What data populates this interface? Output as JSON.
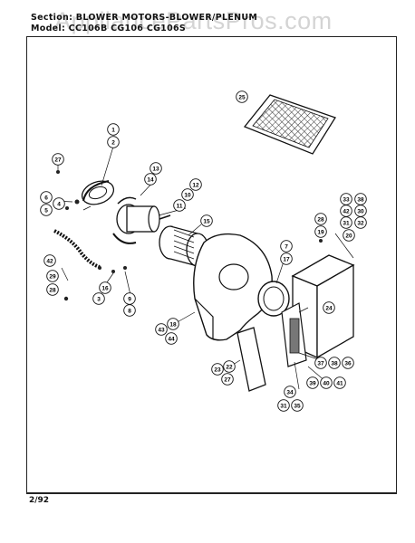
{
  "header": {
    "line1": "Section: BLOWER MOTORS-BLOWER/PLENUM",
    "line2": "Model: CC106B  CG106  CG106S"
  },
  "watermark": "AppliancePartsPros.com",
  "footer": {
    "date": "2/92"
  },
  "callouts": [
    {
      "id": "c25",
      "label": "25"
    },
    {
      "id": "c1",
      "label": "1"
    },
    {
      "id": "c2",
      "label": "2"
    },
    {
      "id": "c27a",
      "label": "27"
    },
    {
      "id": "c13",
      "label": "13"
    },
    {
      "id": "c14",
      "label": "14"
    },
    {
      "id": "c12",
      "label": "12"
    },
    {
      "id": "c10",
      "label": "10"
    },
    {
      "id": "c11",
      "label": "11"
    },
    {
      "id": "c6",
      "label": "6"
    },
    {
      "id": "c5",
      "label": "5"
    },
    {
      "id": "c4",
      "label": "4"
    },
    {
      "id": "c15",
      "label": "15"
    },
    {
      "id": "c33",
      "label": "33"
    },
    {
      "id": "c38a",
      "label": "38"
    },
    {
      "id": "c42a",
      "label": "42"
    },
    {
      "id": "c30",
      "label": "30"
    },
    {
      "id": "c31a",
      "label": "31"
    },
    {
      "id": "c32",
      "label": "32"
    },
    {
      "id": "c28a",
      "label": "28"
    },
    {
      "id": "c19",
      "label": "19"
    },
    {
      "id": "c20",
      "label": "20"
    },
    {
      "id": "c7",
      "label": "7"
    },
    {
      "id": "c17",
      "label": "17"
    },
    {
      "id": "c42b",
      "label": "42"
    },
    {
      "id": "c29",
      "label": "29"
    },
    {
      "id": "c28b",
      "label": "28"
    },
    {
      "id": "c16",
      "label": "16"
    },
    {
      "id": "c3",
      "label": "3"
    },
    {
      "id": "c9",
      "label": "9"
    },
    {
      "id": "c8",
      "label": "8"
    },
    {
      "id": "c24",
      "label": "24"
    },
    {
      "id": "c43",
      "label": "43"
    },
    {
      "id": "c18",
      "label": "18"
    },
    {
      "id": "c44",
      "label": "44"
    },
    {
      "id": "c23",
      "label": "23"
    },
    {
      "id": "c22",
      "label": "22"
    },
    {
      "id": "c27b",
      "label": "27"
    },
    {
      "id": "c37",
      "label": "37"
    },
    {
      "id": "c38b",
      "label": "38"
    },
    {
      "id": "c36",
      "label": "36"
    },
    {
      "id": "c34",
      "label": "34"
    },
    {
      "id": "c31b",
      "label": "31"
    },
    {
      "id": "c35",
      "label": "35"
    },
    {
      "id": "c39",
      "label": "39"
    },
    {
      "id": "c40",
      "label": "40"
    },
    {
      "id": "c41",
      "label": "41"
    }
  ]
}
